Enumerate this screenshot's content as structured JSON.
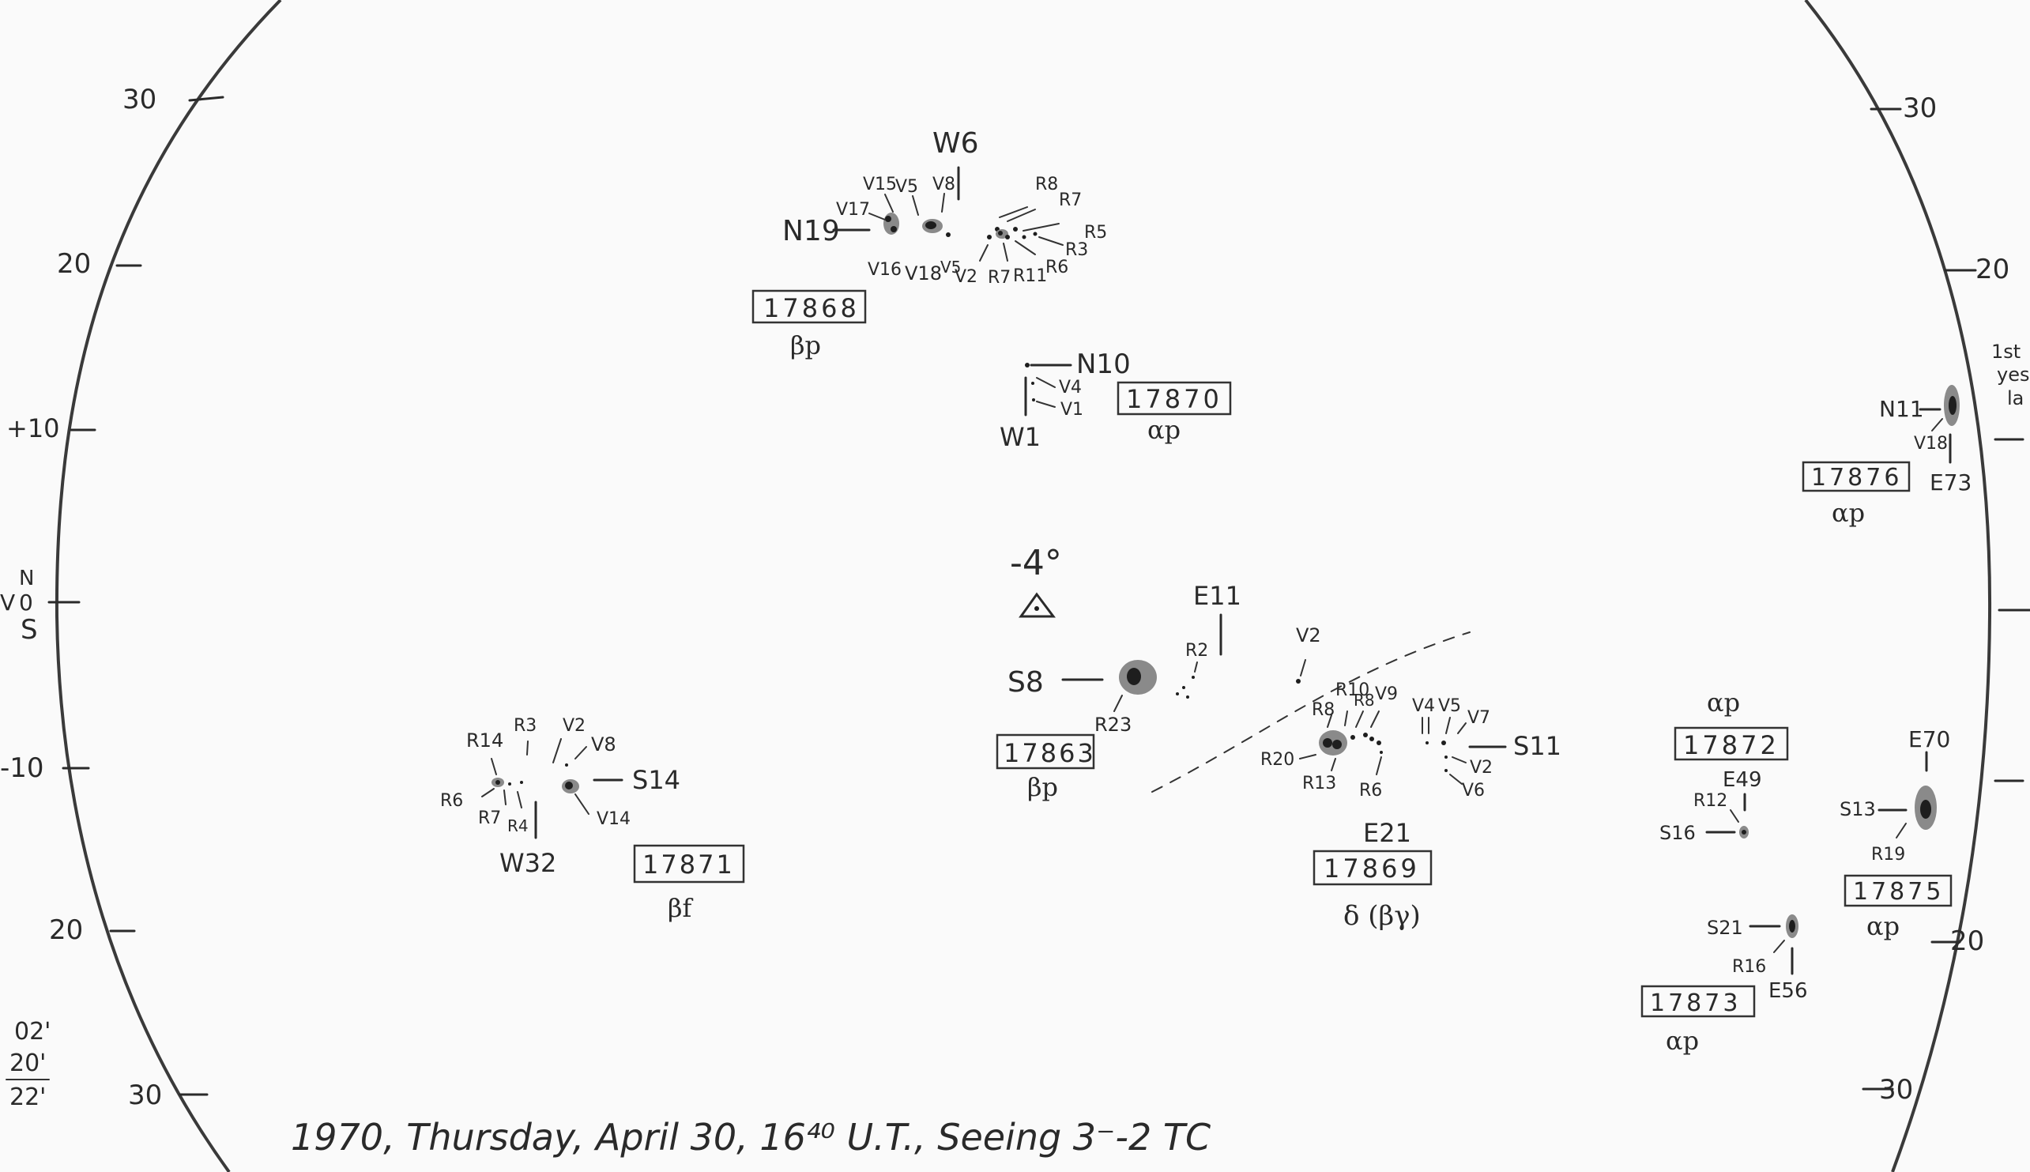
{
  "disk": {
    "left_ticks": [
      {
        "label": "30"
      },
      {
        "label": "20"
      },
      {
        "label": "+10"
      },
      {
        "label": "-10"
      },
      {
        "label": "20"
      },
      {
        "label": "30"
      }
    ],
    "right_ticks": [
      {
        "label": "30"
      },
      {
        "label": "20"
      },
      {
        "label": "20"
      },
      {
        "label": "30"
      }
    ],
    "equator_labels": {
      "north": "N",
      "zero": "0",
      "south": "S",
      "edge": "V"
    },
    "edge_notes": [
      "02'",
      "20'",
      "22'"
    ],
    "right_margin_note": [
      "1st",
      "yes",
      "la"
    ]
  },
  "center": {
    "angle": "-4°"
  },
  "regions": {
    "r17868": {
      "number": "17868",
      "class": "βp",
      "group_label": "N19",
      "longitude_label": "W6",
      "spot_labels": [
        "V15",
        "V5",
        "V8",
        "V17",
        "V16",
        "V18",
        "V5",
        "V2",
        "R7",
        "R11",
        "R6",
        "R3",
        "R5",
        "R7",
        "R8"
      ]
    },
    "r17870": {
      "number": "17870",
      "class": "αp",
      "group_label": "N10",
      "longitude_label": "W1",
      "spot_labels": [
        "V4",
        "V1"
      ]
    },
    "r17863": {
      "number": "17863",
      "class": "βp",
      "group_label": "S8",
      "longitude_label": "E11",
      "spot_labels": [
        "R23",
        "R2",
        "V2"
      ]
    },
    "r17869": {
      "number": "17869",
      "class": "δ (βγ)",
      "group_label": "S11",
      "longitude_label": "E21",
      "spot_labels": [
        "R8",
        "R10",
        "R8",
        "V9",
        "V4",
        "V5",
        "V7",
        "V2",
        "V6",
        "R20",
        "R13",
        "R6"
      ]
    },
    "r17871": {
      "number": "17871",
      "class": "βf",
      "group_label": "S14",
      "longitude_label": "W32",
      "spot_labels": [
        "R14",
        "R3",
        "V2",
        "V8",
        "R6",
        "R7",
        "R4",
        "V14"
      ]
    },
    "r17872": {
      "number": "17872",
      "class": "αp",
      "group_label": "S16",
      "longitude_label": "E49",
      "spot_labels": [
        "R12"
      ]
    },
    "r17876": {
      "number": "17876",
      "class": "αp",
      "group_label": "N11",
      "longitude_label": "E73",
      "spot_labels": [
        "V18"
      ]
    },
    "r17875": {
      "number": "17875",
      "class": "αp",
      "group_label": "S13",
      "longitude_label": "E70",
      "spot_labels": [
        "R19"
      ]
    },
    "r17873": {
      "number": "17873",
      "class": "αp",
      "group_label": "S21",
      "longitude_label": "E56",
      "spot_labels": [
        "R16"
      ]
    }
  },
  "footer": {
    "caption": "1970, Thursday, April 30, 16⁴⁰ U.T., Seeing 3⁻-2   TC"
  }
}
